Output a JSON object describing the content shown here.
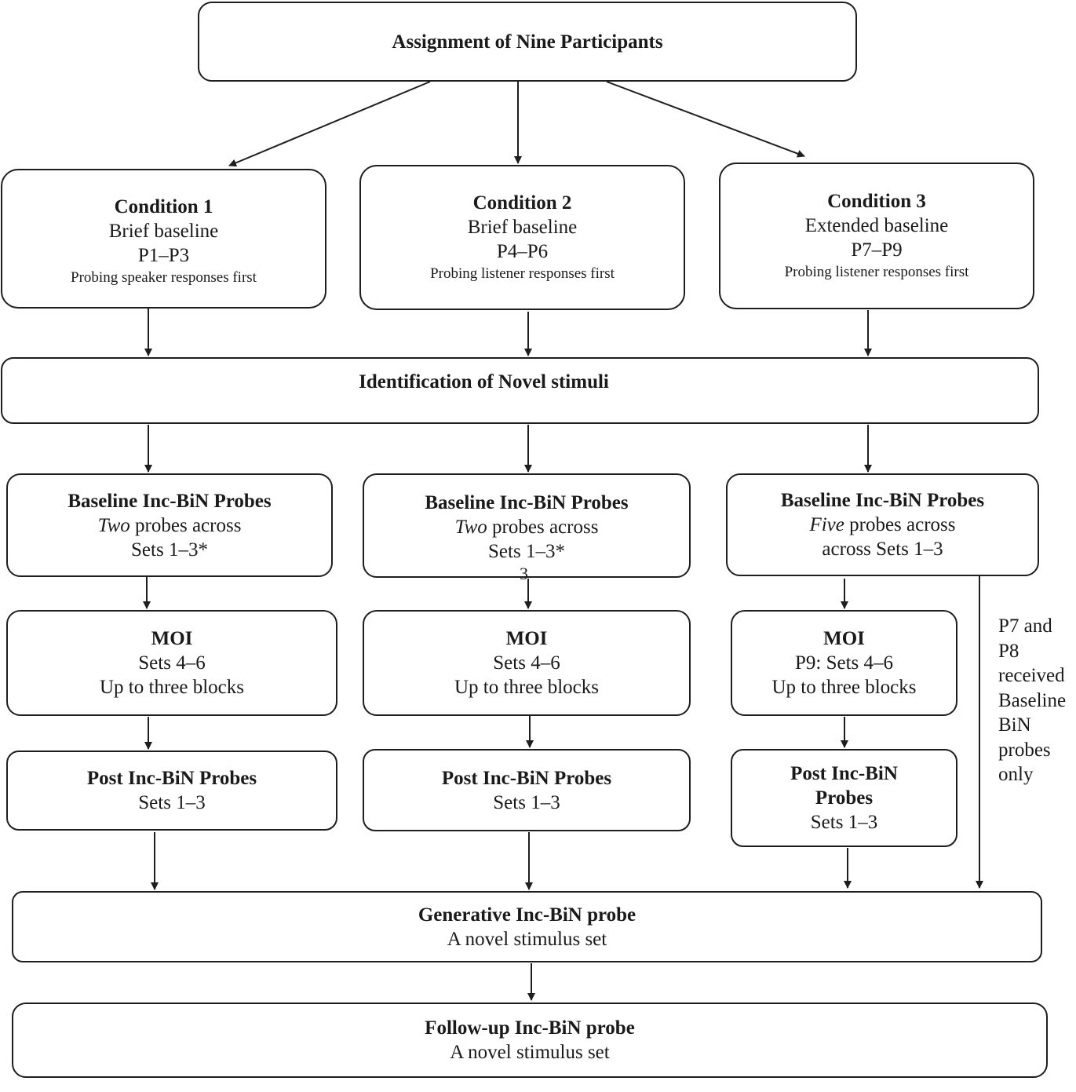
{
  "top": {
    "title": "Assignment of Nine Participants"
  },
  "conditions": [
    {
      "title": "Condition 1",
      "baseline": "Brief baseline",
      "participants": "P1–P3",
      "probing": "Probing speaker responses first"
    },
    {
      "title": "Condition 2",
      "baseline": "Brief baseline",
      "participants": "P4–P6",
      "probing": "Probing listener responses first"
    },
    {
      "title": "Condition 3",
      "baseline": "Extended baseline",
      "participants": "P7–P9",
      "probing": "Probing listener responses first"
    }
  ],
  "identification": {
    "title": "Identification of Novel stimuli"
  },
  "baseline_probes": [
    {
      "title": "Baseline Inc-BiN Probes",
      "count": "Two",
      "rest": " probes across",
      "sets": "Sets 1–3*"
    },
    {
      "title": "Baseline Inc-BiN Probes",
      "count": "Two",
      "rest": " probes across",
      "sets": "Sets 1–3*"
    },
    {
      "title": "Baseline Inc-BiN Probes",
      "count": "Five",
      "rest": " probes across",
      "sets": "across Sets 1–3"
    }
  ],
  "stray_mark": "3",
  "moi": [
    {
      "title": "MOI",
      "sets": "Sets 4–6",
      "blocks": "Up to three blocks"
    },
    {
      "title": "MOI",
      "sets": "Sets 4–6",
      "blocks": "Up to three blocks"
    },
    {
      "title": "MOI",
      "sets": "P9: Sets 4–6",
      "blocks": "Up to three blocks"
    }
  ],
  "post_probes": [
    {
      "title": "Post Inc-BiN Probes",
      "sets": "Sets 1–3"
    },
    {
      "title": "Post Inc-BiN Probes",
      "sets": "Sets 1–3"
    },
    {
      "title_line1": "Post Inc-BiN",
      "title_line2": "Probes",
      "sets": "Sets 1–3"
    }
  ],
  "side_note": [
    "P7 and",
    "P8",
    "received",
    "Baseline",
    "BiN",
    "probes",
    "only"
  ],
  "generative": {
    "title": "Generative Inc-BiN probe",
    "subtitle": "A novel stimulus set"
  },
  "followup": {
    "title": "Follow-up Inc-BiN probe",
    "subtitle": "A novel stimulus set"
  }
}
